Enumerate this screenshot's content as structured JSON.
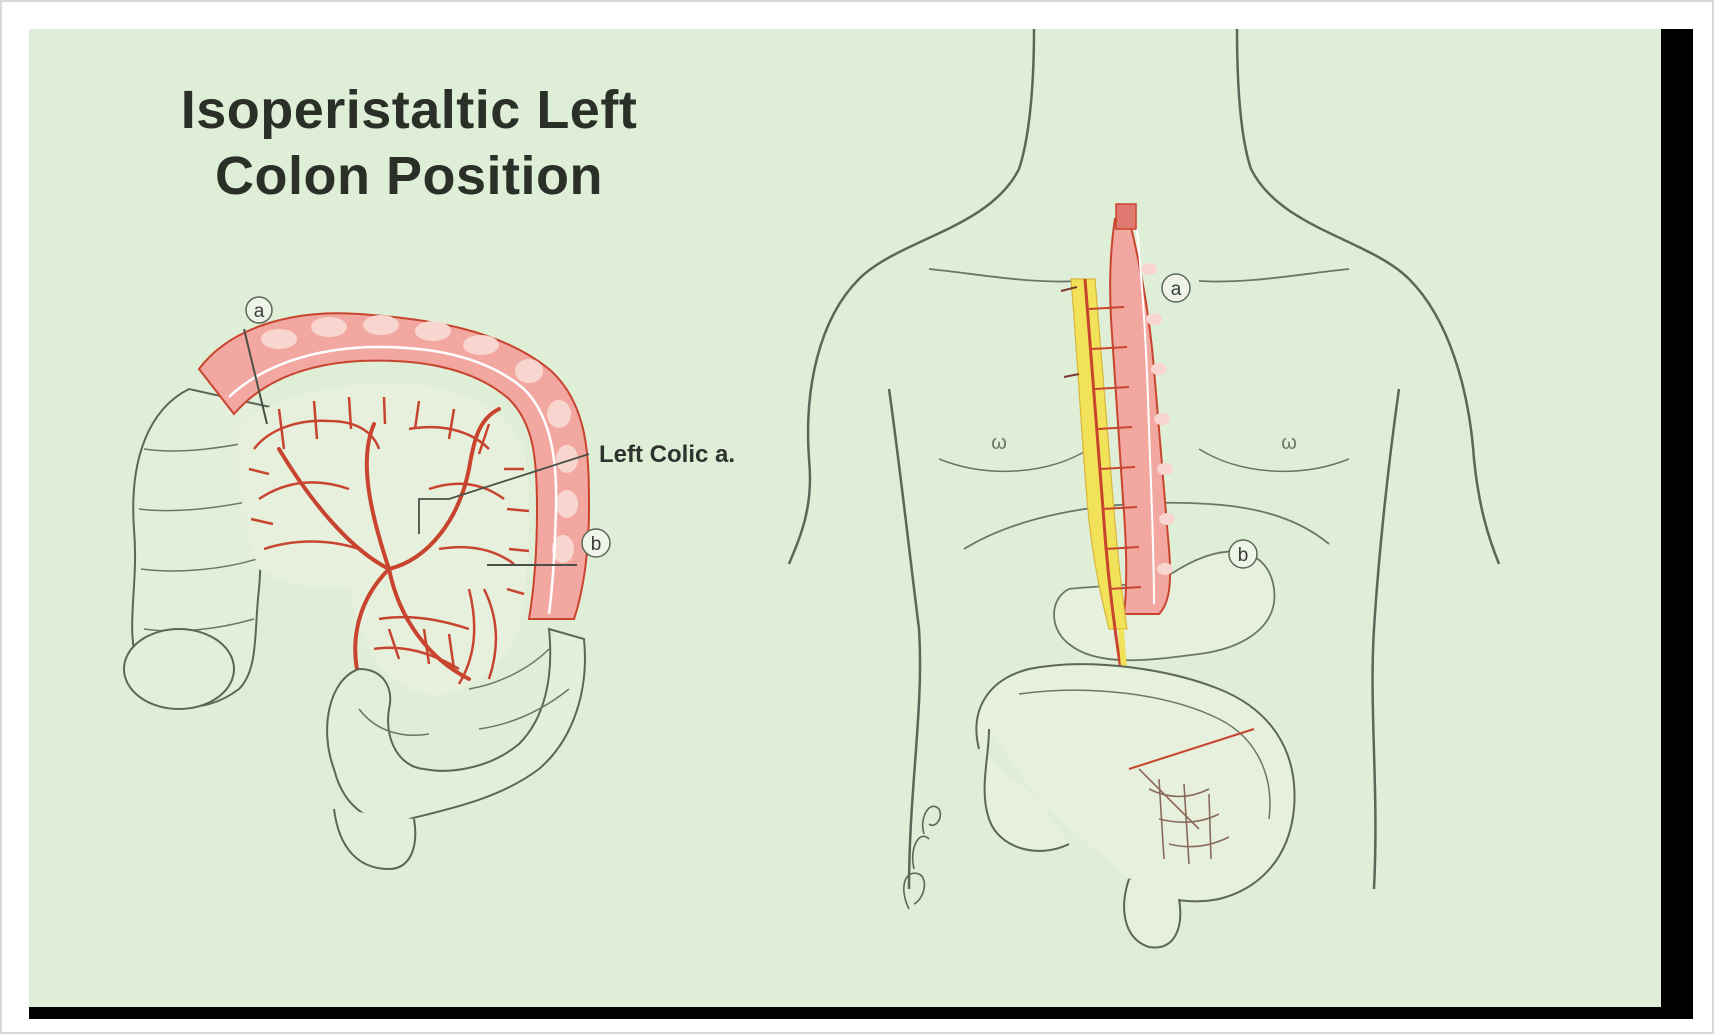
{
  "title": {
    "line1": "Isoperistaltic Left",
    "line2": "Colon Position"
  },
  "left_figure": {
    "labels": {
      "marker_a": "a",
      "marker_b": "b",
      "artery": "Left Colic a."
    }
  },
  "right_figure": {
    "labels": {
      "marker_a": "a",
      "marker_b": "b"
    }
  },
  "colors": {
    "background": "#dfeed6",
    "outline": "#5c6659",
    "graft_fill": "#f2a8a0",
    "vessel": "#c8442e",
    "pedicle": "#f1e25a"
  }
}
